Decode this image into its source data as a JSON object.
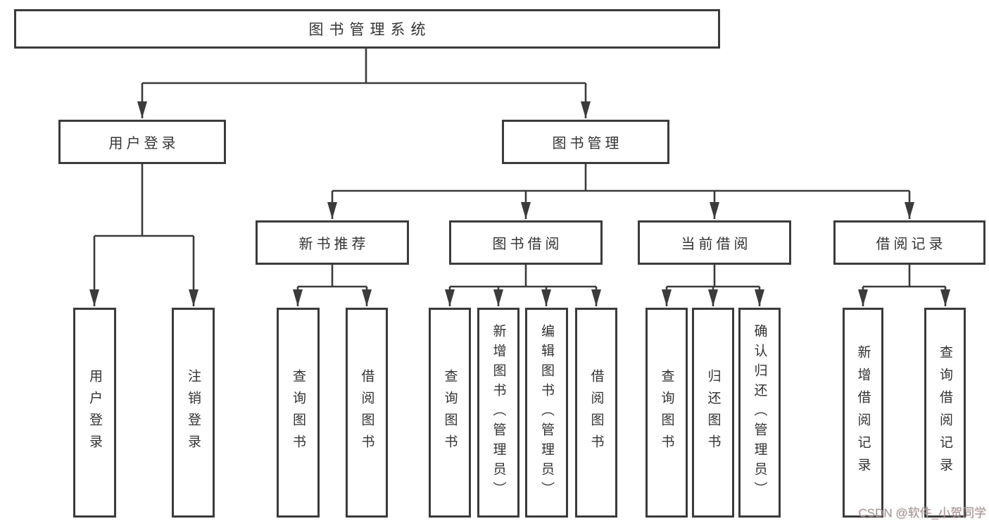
{
  "colors": {
    "line": "#3b3b3b",
    "box_border": "#3b3b3b",
    "text": "#333333",
    "watermark": "#9b9b9b",
    "background": "#ffffff"
  },
  "diagram": {
    "type": "tree",
    "root": {
      "label": "图书管理系统"
    },
    "branches": [
      {
        "label": "用户登录",
        "children": [
          {
            "label": "用户登录"
          },
          {
            "label": "注销登录"
          }
        ]
      },
      {
        "label": "图书管理",
        "children": [
          {
            "label": "新书推荐",
            "children": [
              {
                "label": "查询图书"
              },
              {
                "label": "借阅图书"
              }
            ]
          },
          {
            "label": "图书借阅",
            "children": [
              {
                "label": "查询图书"
              },
              {
                "label": "新增图书（管理员）"
              },
              {
                "label": "编辑图书（管理员）"
              },
              {
                "label": "借阅图书"
              }
            ]
          },
          {
            "label": "当前借阅",
            "children": [
              {
                "label": "查询图书"
              },
              {
                "label": "归还图书"
              },
              {
                "label": "确认归还（管理员）"
              }
            ]
          },
          {
            "label": "借阅记录",
            "children": [
              {
                "label": "新增借阅记录"
              },
              {
                "label": "查询借阅记录"
              }
            ]
          }
        ]
      }
    ]
  },
  "watermark": {
    "text": "CSDN @软件_小贺同学"
  }
}
